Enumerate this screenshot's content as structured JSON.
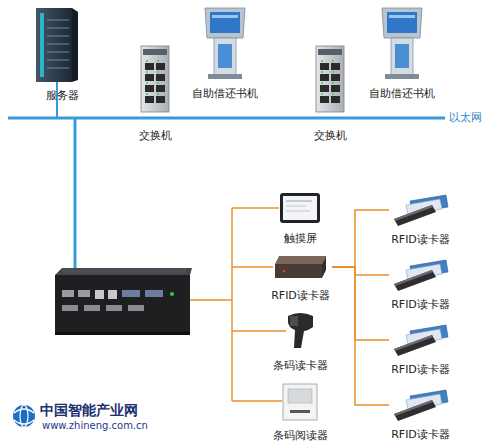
{
  "diagram": {
    "nodes": [
      {
        "text": [
          "服务器"
        ]
      },
      {
        "text": [
          "交换机"
        ]
      },
      {
        "text": [
          "自助借还书机"
        ]
      },
      {
        "text": [
          "交换机"
        ]
      },
      {
        "text": [
          "自助借还书机"
        ]
      },
      {
        "text": [
          "触摸屏"
        ]
      },
      {
        "text": [
          "RFID读卡器"
        ]
      },
      {
        "text": [
          "条码读卡器"
        ]
      },
      {
        "text": [
          "条码阅读器"
        ]
      },
      {
        "text": [
          "RFID读卡器"
        ]
      },
      {
        "text": [
          "RFID读卡器"
        ]
      },
      {
        "text": [
          "RFID读卡器"
        ]
      },
      {
        "text": [
          "RFID读卡器"
        ]
      }
    ],
    "edges": [
      {
        "from": 6,
        "to": 9,
        "arrow": "none"
      },
      {
        "from": 6,
        "to": 10,
        "arrow": "none"
      },
      {
        "from": 6,
        "to": 11,
        "arrow": "none"
      },
      {
        "from": 6,
        "to": 12,
        "arrow": "none"
      }
    ],
    "labels": [
      "以太网",
      "中国智能产业网",
      "www.zhineng.com.cn"
    ]
  }
}
